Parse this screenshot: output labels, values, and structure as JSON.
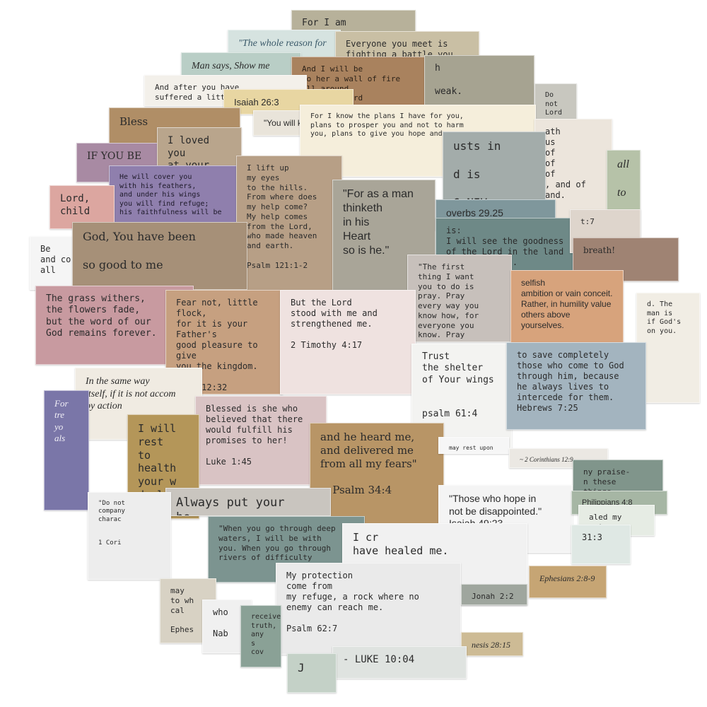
{
  "cards": [
    {
      "text": "For I am",
      "bg": "#b7b19a",
      "font": "mono",
      "size": 13
    },
    {
      "text": "\"The whole reason for",
      "bg": "#d6e3e0",
      "font": "ital",
      "size": 14,
      "color": "#3b5a6a"
    },
    {
      "text": "Everyone you meet is\nfighting a battle you\nknow nothing about.",
      "bg": "#c9bfa4",
      "font": "mono",
      "size": 12
    },
    {
      "text": "Man says, Show me",
      "bg": "#b9cec6",
      "font": "ital",
      "size": 14
    },
    {
      "text": "And I will be\nto her a wall of fire\nall around,\nsays the Lord",
      "bg": "#a9825e",
      "font": "mono",
      "size": 11,
      "color": "#2d2218"
    },
    {
      "text": "h\n\nweak.",
      "bg": "#a6a391",
      "font": "mono",
      "size": 13
    },
    {
      "text": "Do not\nLord goes\nyou",
      "bg": "#c8c7bf",
      "font": "mono",
      "size": 10
    },
    {
      "text": "And after you have\nsuffered a little while",
      "bg": "#f3f0ea",
      "font": "mono",
      "size": 11
    },
    {
      "text": "Isaiah 26:3",
      "bg": "#e8d6a2",
      "font": "sans",
      "size": 13
    },
    {
      "text": "\"You will keep",
      "bg": "#e9e4da",
      "font": "sans",
      "size": 12
    },
    {
      "text": "For I know the plans I have for you,\nplans to prosper you and not to harm\nyou, plans to give you hope and a",
      "bg": "#f5eedb",
      "font": "mono",
      "size": 10
    },
    {
      "text": "Bless",
      "bg": "#b08e66",
      "font": "serif",
      "size": 15
    },
    {
      "text": "ath\nus\nof\nof\nof\n, and of\nand.",
      "bg": "#ece5dc",
      "font": "mono",
      "size": 12
    },
    {
      "text": "all\n\nto",
      "bg": "#b6c2a8",
      "font": "ital",
      "size": 16
    },
    {
      "text": "IF YOU BE",
      "bg": "#a88aa3",
      "font": "serif",
      "size": 14
    },
    {
      "text": "I loved you\nat your",
      "bg": "#b9a58c",
      "font": "mono",
      "size": 14
    },
    {
      "text": "usts in\n\nd is\n\n6 NIV",
      "bg": "#a3acaa",
      "font": "mono",
      "size": 16
    },
    {
      "text": "He will cover you\nwith his feathers,\nand under his wings\nyou will find refuge;\nhis faithfulness will be",
      "bg": "#8f7fad",
      "font": "mono",
      "size": 10,
      "color": "#1e1a2a"
    },
    {
      "text": "I lift up\nmy eyes\nto the hills.\nFrom where does\nmy help come?\nMy help comes\nfrom the Lord,\nwho made heaven\nand earth.\n\nPsalm 121:1-2",
      "bg": "#b79f86",
      "font": "mono",
      "size": 11
    },
    {
      "text": "\"For as a man\nthinketh\nin his\nHeart\nso is he.\"",
      "bg": "#a9a598",
      "font": "sans",
      "size": 16
    },
    {
      "text": "Lord,\nchild",
      "bg": "#dca6a0",
      "font": "mono",
      "size": 14
    },
    {
      "text": "overbs 29.25",
      "bg": "#7f979c",
      "font": "sans",
      "size": 14
    },
    {
      "text": "is:\nI will see the goodness\nof the Lord in the land\nof the living.\n\n13",
      "bg": "#6e8987",
      "font": "mono",
      "size": 12
    },
    {
      "text": "t:7",
      "bg": "#ded5cc",
      "font": "mono",
      "size": 11
    },
    {
      "text": "Be\nand co\nall",
      "bg": "#f5f5f5",
      "font": "mono",
      "size": 12
    },
    {
      "text": "God, You have been\n\n        so good to me",
      "bg": "#a69078",
      "font": "serif",
      "size": 16
    },
    {
      "text": "\"The first\nthing I want\nyou to do is\npray. Pray\nevery way you\nknow how, for\neveryone you\nknow. Pray\nespecially for",
      "bg": "#c7c0bb",
      "font": "mono",
      "size": 11
    },
    {
      "text": "breath!",
      "bg": "#9f8373",
      "font": "serif",
      "size": 12
    },
    {
      "text": "selfish\nambition or vain conceit.\nRather, in humility value\nothers above yourselves.\n\nPhilippians 2:3",
      "bg": "#d7a37c",
      "font": "sans",
      "size": 12
    },
    {
      "text": "d. The\nman is\nif God's\non you.",
      "bg": "#f1ede4",
      "font": "mono",
      "size": 10
    },
    {
      "text": "The grass withers,\nthe flowers fade,\nbut the word of our\nGod remains forever.",
      "bg": "#c89aa0",
      "font": "mono",
      "size": 13
    },
    {
      "text": "Fear not, little flock,\nfor it is your Father's\ngood pleasure to give\nyou the kingdom.\n\nLuke 12:32",
      "bg": "#c6a080",
      "font": "mono",
      "size": 12
    },
    {
      "text": "But the Lord\nstood with me and\nstrengthened me.\n\n2 Timothy 4:17",
      "bg": "#efe2e0",
      "font": "mono",
      "size": 12
    },
    {
      "text": "Trust\nthe shelter\nof Your wings\n\n\npsalm 61:4",
      "bg": "#f3f3f1",
      "font": "mono",
      "size": 13
    },
    {
      "text": "to save completely\nthose who come to God\nthrough him, because\nhe always lives to\nintercede for them.\nHebrews 7:25",
      "bg": "#a3b4bf",
      "font": "mono",
      "size": 12
    },
    {
      "text": "In the same way\nitself, if it is not accom\nby action",
      "bg": "#f0ebe2",
      "font": "ital",
      "size": 14
    },
    {
      "text": "For\ntre\nyo\nals",
      "bg": "#7a76a8",
      "font": "ital",
      "size": 13,
      "color": "#f0eef6"
    },
    {
      "text": "Blessed is she who\nbelieved that there\nwould fulfill his\npromises to her!\n\nLuke 1:45",
      "bg": "#d9c3c4",
      "font": "mono",
      "size": 12
    },
    {
      "text": "I will rest\nto health\nyour w\ndecl\n- Je",
      "bg": "#b49659",
      "font": "mono",
      "size": 15
    },
    {
      "text": "and he heard me,\nand delivered me\nfrom all my fears\"\n\n~ Psalm 34:4",
      "bg": "#b89566",
      "font": "serif",
      "size": 15
    },
    {
      "text": "may rest upon me.",
      "bg": "#f6f6f6",
      "font": "mono",
      "size": 8
    },
    {
      "text": "~ 2 Corinthians 12:9",
      "bg": "#ebe8e3",
      "font": "ital",
      "size": 9
    },
    {
      "text": "ny praise-\nn these things.",
      "bg": "#80958b",
      "font": "mono",
      "size": 11
    },
    {
      "text": "\"Those who hope in\nnot be disappointed.\"\nIsaiah 49:23",
      "bg": "#f4f4f4",
      "font": "sans",
      "size": 14
    },
    {
      "text": "Philippians 4:8",
      "bg": "#a6b6a4",
      "font": "sans",
      "size": 11
    },
    {
      "text": "Always put your\nho",
      "bg": "#c9c5bf",
      "font": "mono",
      "size": 17
    },
    {
      "text": "\"Do not\ncompany\ncharac\n\n\n1 Cori",
      "bg": "#ededed",
      "font": "mono",
      "size": 9
    },
    {
      "text": "aled my\ns to you.",
      "bg": "#e6ece4",
      "font": "mono",
      "size": 11
    },
    {
      "text": "\"When you go through deep\nwaters, I will be with\nyou. When you go through\nrivers of difficulty",
      "bg": "#7c9490",
      "font": "mono",
      "size": 11
    },
    {
      "text": "I cr\nhave healed me.\n\n\n       Psalm 30:2",
      "bg": "#f1f1f1",
      "font": "mono",
      "size": 15
    },
    {
      "text": "31:3",
      "bg": "#dfe8e4",
      "font": "mono",
      "size": 12
    },
    {
      "text": "My protection\ncome from\nmy refuge, a rock where no\nenemy can reach me.\n\nPsalm 62:7",
      "bg": "#eaeaea",
      "font": "mono",
      "size": 12
    },
    {
      "text": "Ephesians 2:8-9",
      "bg": "#c6a574",
      "font": "ital",
      "size": 12
    },
    {
      "text": "may\nto wh\ncal\n\nEphes",
      "bg": "#d8d2c4",
      "font": "mono",
      "size": 11
    },
    {
      "text": "Jonah 2:2",
      "bg": "#9fa69e",
      "font": "mono",
      "size": 11
    },
    {
      "text": "who\n\nNab",
      "bg": "#f0f0f0",
      "font": "mono",
      "size": 12
    },
    {
      "text": "receive\ntruth,\nany s\ncov",
      "bg": "#8aa196",
      "font": "mono",
      "size": 10
    },
    {
      "text": "nesis 28:15",
      "bg": "#cdbb95",
      "font": "ital",
      "size": 12
    },
    {
      "text": "- LUKE 10:04",
      "bg": "#dfe3e0",
      "font": "mono",
      "size": 14
    },
    {
      "text": "J",
      "bg": "#c4d1c7",
      "font": "mono",
      "size": 16
    }
  ]
}
